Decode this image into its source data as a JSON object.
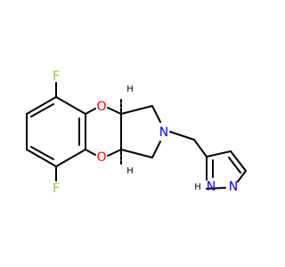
{
  "molecule": {
    "colors": {
      "bond": "#000000",
      "oxygen": "#ff0000",
      "nitrogen": "#0000ff",
      "fluorine": "#8fc92f",
      "hydrogen": "#000000"
    },
    "atoms": {
      "f_top": "F",
      "f_bottom": "F",
      "o_top": "O",
      "o_bottom": "O",
      "n_ring": "N",
      "nh_pyrazole": "N",
      "n_pyrazole": "N",
      "h_top": "H",
      "h_bottom": "H",
      "h_nh": "H"
    }
  }
}
